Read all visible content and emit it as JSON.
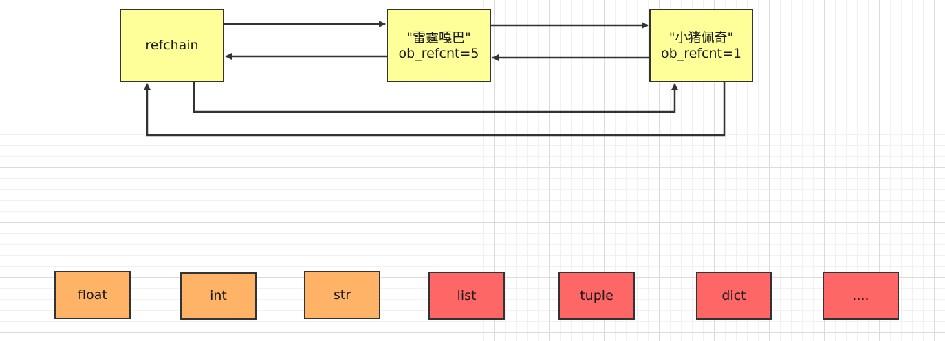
{
  "refchain": {
    "label": "refchain"
  },
  "objects": [
    {
      "name": "\"雷霆嘎巴\"",
      "refcnt": "ob_refcnt=5"
    },
    {
      "name": "\"小猪佩奇\"",
      "refcnt": "ob_refcnt=1"
    }
  ],
  "types": [
    "float",
    "int",
    "str",
    "list",
    "tuple",
    "dict",
    "...."
  ],
  "colors": {
    "node_fill": "#ffff99",
    "builtin_fill": "#ffb366",
    "container_fill": "#ff6666",
    "stroke": "#333333"
  }
}
